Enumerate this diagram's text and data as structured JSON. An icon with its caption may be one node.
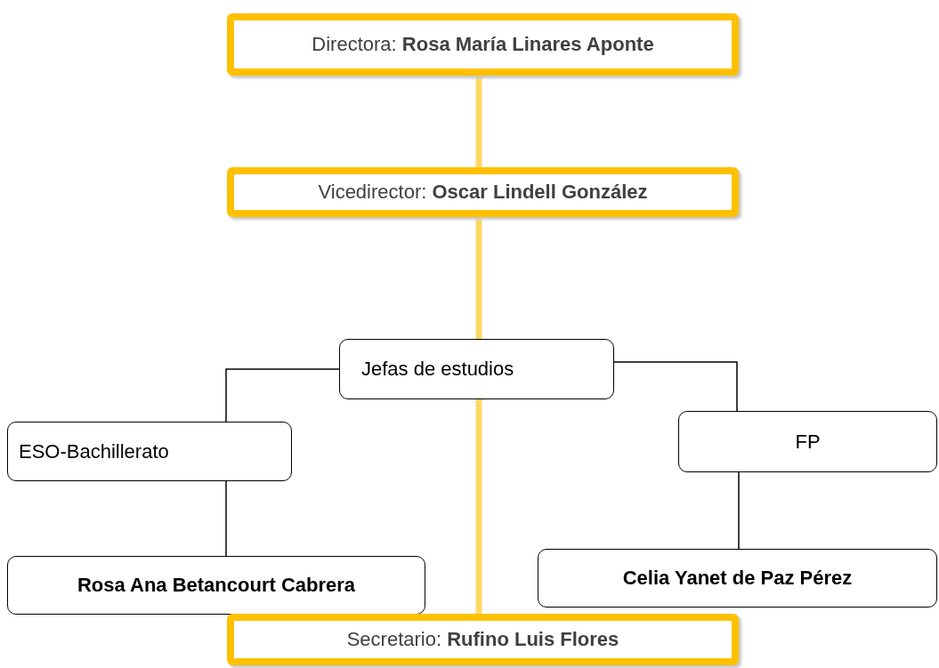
{
  "diagram": {
    "nodes": [
      {
        "text": [
          "Directora: **Rosa María Linares Aponte**"
        ]
      },
      {
        "text": [
          "Vicedirector: **Oscar Lindell González**"
        ]
      },
      {
        "text": [
          "Jefas de estudios"
        ]
      },
      {
        "text": [
          "ESO-Bachillerato"
        ]
      },
      {
        "text": [
          "FP"
        ]
      },
      {
        "text": [
          "Rosa Ana Betancourt Cabrera"
        ]
      },
      {
        "text": [
          "Celia Yanet de Paz Pérez"
        ]
      },
      {
        "text": [
          "Secretario: **Rufino Luis Flores**"
        ]
      }
    ],
    "edges": [
      {
        "from": 0,
        "to": 1,
        "arrow": "none",
        "style": "thick",
        "color": "#ffd966"
      },
      {
        "from": 1,
        "to": 2,
        "arrow": "none",
        "style": "thick",
        "color": "#ffd966"
      },
      {
        "from": 2,
        "to": 7,
        "arrow": "none",
        "style": "thick",
        "color": "#ffd966"
      },
      {
        "from": 2,
        "to": 3,
        "arrow": "none"
      },
      {
        "from": 2,
        "to": 4,
        "arrow": "none"
      },
      {
        "from": 3,
        "to": 5,
        "arrow": "none"
      },
      {
        "from": 4,
        "to": 6,
        "arrow": "none"
      }
    ]
  }
}
